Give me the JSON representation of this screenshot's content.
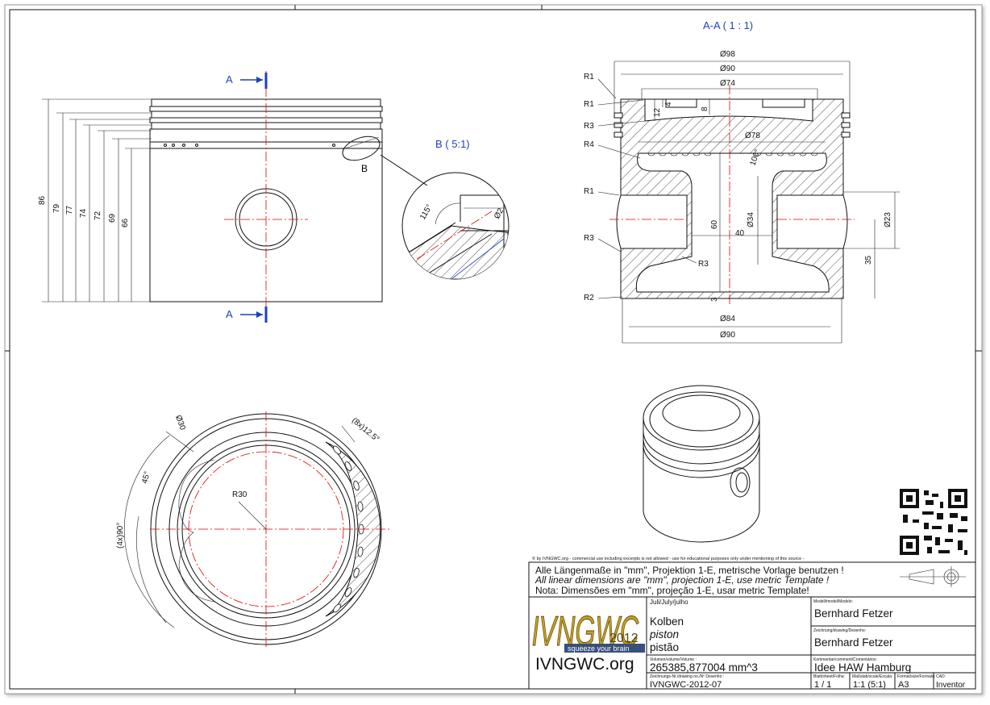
{
  "views": {
    "section_label": "A-A ( 1 : 1)",
    "detail_label": "B ( 5:1)",
    "cut_letter": "A",
    "detail_letter": "B"
  },
  "side_dims": [
    "86",
    "79",
    "77",
    "74",
    "72",
    "69",
    "66"
  ],
  "detail_dims": [
    "115°",
    "Ø2"
  ],
  "section_dims": {
    "d98": "Ø98",
    "d90_top": "Ø90",
    "d74": "Ø74",
    "d78": "Ø78",
    "d34": "Ø34",
    "d23": "Ø23",
    "d84": "Ø84",
    "d90_bot": "Ø90",
    "h4": "4",
    "h8": "8",
    "h12": "12",
    "h60": "60",
    "w40": "40",
    "h35": "35",
    "h3": "3",
    "ang100": "100°",
    "radii": [
      "R1",
      "R1",
      "R3",
      "R4",
      "R1",
      "R3",
      "R2"
    ],
    "r3_inner": "R3"
  },
  "top_dims": {
    "d30": "Ø30",
    "holes": "(8x)12.5°",
    "a45": "45°",
    "a4x90": "(4x)90°",
    "r30": "R30"
  },
  "title_block": {
    "copyright": "© by IVNGWC.org - commercial use including excerpts is not allowed - use for educational purposes only under mentioning of this source -",
    "note_de": "Alle Längenmaße in \"mm\", Projektion 1-E, metrische Vorlage benutzen !",
    "note_en": "All linear dimensions are \"mm\", projection 1-E, use metric Template !",
    "note_pt": "Nota: Dimensões em \"mm\", projeção 1-E, usar metric Template!",
    "logo_letters": "IVNGWC",
    "logo_year": "2012",
    "logo_slogan": "squeeze your brain",
    "logo_url": "IVNGWC.org",
    "month_label": "Juli/July/julho",
    "part_de": "Kolben",
    "part_en": "piston",
    "part_pt": "pistão",
    "volume_label": "Volumen/volume/Volume :",
    "volume_value": "265385,877004 mm^3",
    "drawing_no_label": "Zeichnungs-Nr./drawing no./Nº Desenho :",
    "drawing_no": "IVNGWC-2012-07",
    "model_label": "Modell/model/Modelo:",
    "model_by": "Bernhard Fetzer",
    "drawing_label": "Zeichnung/drawing/Desenho:",
    "drawing_by": "Bernhard Fetzer",
    "comment_label": "Kommentar/comment/Comentários:",
    "comment": "Idee HAW Hamburg",
    "sheet_label": "Blatt/sheet/Folha:",
    "sheet": "1  /  1",
    "scale_label": "Maßstab/scale/Escala:",
    "scale": "1:1 (5:1)",
    "format_label": "Format/size/Formato:",
    "format": "A3",
    "cad_label": "CAD:",
    "cad": "Inventor"
  }
}
